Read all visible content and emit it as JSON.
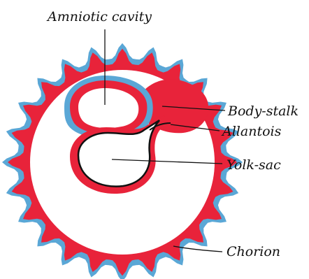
{
  "labels": {
    "amniotic_cavity": "Amniotic cavity",
    "body_stalk": "Body-stalk",
    "allantois": "Allantois",
    "yolk_sac": "Yolk-sac",
    "chorion": "Chorion"
  },
  "colors": {
    "mesoderm": "#e8233a",
    "trophoblast": "#5aa7d6",
    "cavity_fill": "#ffffff",
    "outline": "#111111"
  }
}
